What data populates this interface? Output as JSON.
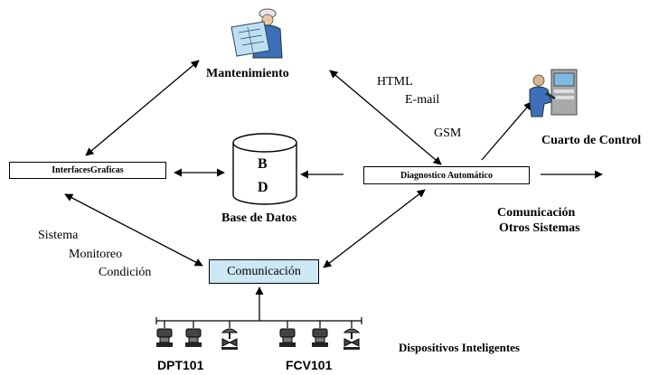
{
  "nodes": {
    "mantenimiento": "Mantenimiento",
    "interfaces": "InterfacesGraficas",
    "database_b": "B",
    "database_d": "D",
    "database_label": "Base de Datos",
    "diagnostico": "Diagnostico Automático",
    "cuarto_control": "Cuarto de Control",
    "comunicacion": "Comunicación",
    "otros_1": "Comunicación",
    "otros_2": "Otros Sistemas",
    "dispositivos": "Dispositivos Inteligentes"
  },
  "channels": {
    "html": "HTML",
    "email": "E-mail",
    "gsm": "GSM"
  },
  "monitoring": {
    "line1": "Sistema",
    "line2": "Monitoreo",
    "line3": "Condición"
  },
  "devices": {
    "dpt": "DPT101",
    "fcv": "FCV101"
  },
  "colors": {
    "lines": "#000000",
    "comm_box": "#cde8f5",
    "engineer_shirt": "#3d6fb8",
    "operator_screen": "#7fb8e0"
  },
  "icons": {
    "maintenance_person": "engineer-with-plans-icon",
    "control_room_person": "operator-at-console-icon",
    "devices": "field-instrument-icon"
  }
}
